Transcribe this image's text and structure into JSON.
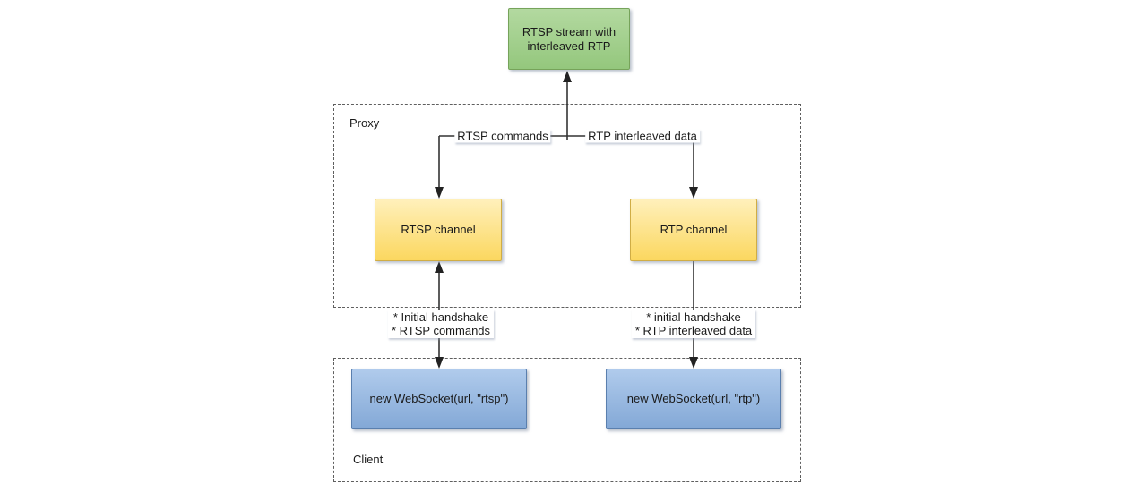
{
  "containers": {
    "proxy": {
      "label": "Proxy"
    },
    "client": {
      "label": "Client"
    }
  },
  "nodes": {
    "rtsp_stream": {
      "lines": [
        "RTSP stream with",
        "interleaved RTP"
      ],
      "fill_top": "#b3d9a0",
      "fill_bottom": "#94c77d",
      "border": "#76a35a"
    },
    "rtsp_channel": {
      "label": "RTSP channel",
      "fill_top": "#fff0bb",
      "fill_bottom": "#fbd75f",
      "border": "#d0ad45"
    },
    "rtp_channel": {
      "label": "RTP channel",
      "fill_top": "#fff0bb",
      "fill_bottom": "#fbd75f",
      "border": "#d0ad45"
    },
    "websocket_rtsp": {
      "label": "new WebSocket(url, \"rtsp\")",
      "fill_top": "#b0cbec",
      "fill_bottom": "#83a8d6",
      "border": "#5a7fae"
    },
    "websocket_rtp": {
      "label": "new WebSocket(url, \"rtp\")",
      "fill_top": "#b0cbec",
      "fill_bottom": "#83a8d6",
      "border": "#5a7fae"
    }
  },
  "edge_labels": {
    "rtsp_commands": "RTSP commands",
    "rtp_interleaved_data": "RTP interleaved data",
    "ws_rtsp_annotation": [
      "* Initial handshake",
      "* RTSP commands"
    ],
    "ws_rtp_annotation": [
      "* initial handshake",
      "* RTP interleaved data"
    ]
  },
  "connector_color": "#333333",
  "dashed_border_color": "#5f5f5f"
}
